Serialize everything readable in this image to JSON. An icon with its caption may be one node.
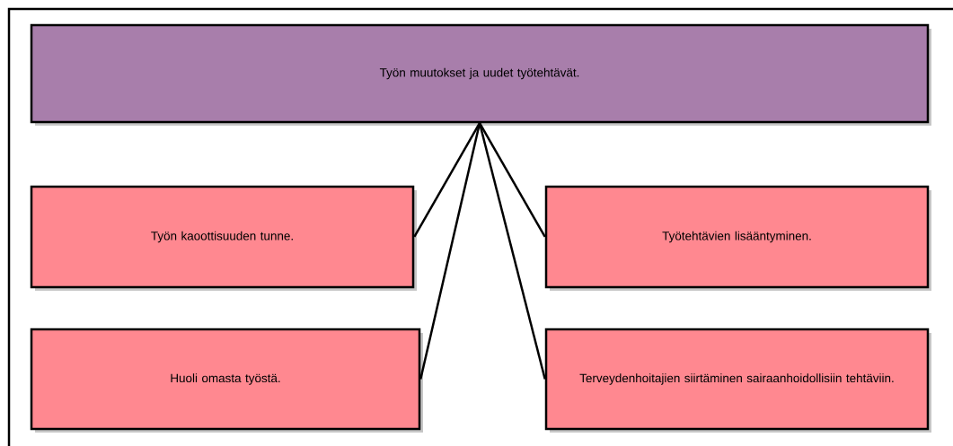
{
  "diagram": {
    "nodes": [
      {
        "text": [
          "Työn muutokset ja uudet työtehtävät."
        ]
      },
      {
        "text": [
          "Työn kaoottisuuden tunne."
        ]
      },
      {
        "text": [
          "Työtehtävien lisääntyminen."
        ]
      },
      {
        "text": [
          "Huoli omasta työstä."
        ]
      },
      {
        "text": [
          "Terveydenhoitajien siirtäminen sairaanhoidollisiin tehtäviin."
        ]
      }
    ],
    "edges": [
      {
        "from": 0,
        "to": 1,
        "arrow": "none"
      },
      {
        "from": 0,
        "to": 2,
        "arrow": "none"
      },
      {
        "from": 0,
        "to": 3,
        "arrow": "none"
      },
      {
        "from": 0,
        "to": 4,
        "arrow": "none"
      }
    ]
  }
}
